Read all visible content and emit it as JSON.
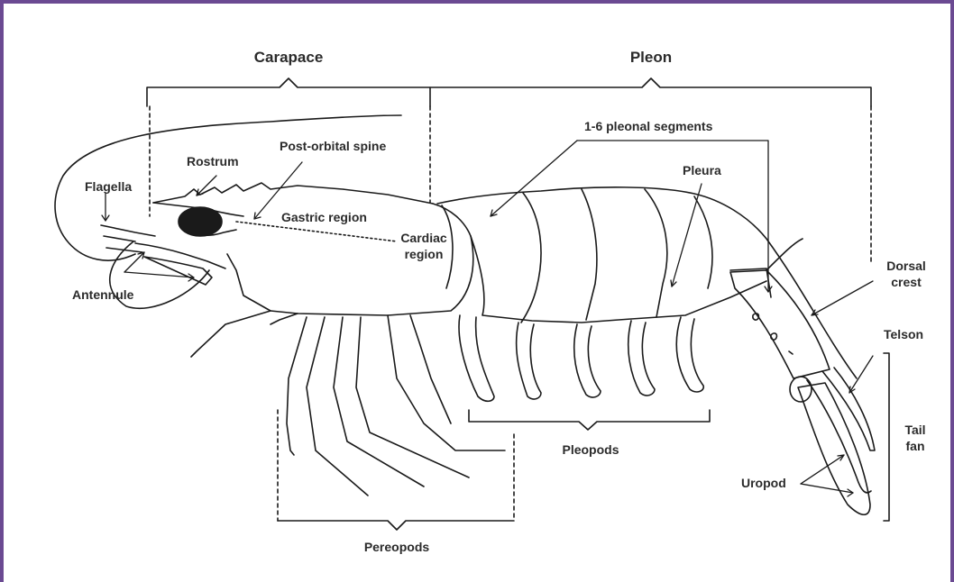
{
  "colors": {
    "frame": "#6b4a92",
    "ink": "#1a1a1a",
    "text": "#2b2b2b",
    "background": "#ffffff"
  },
  "labels": {
    "carapace": "Carapace",
    "pleon": "Pleon",
    "rostrum": "Rostrum",
    "post_orbital_spine": "Post-orbital spine",
    "flagella": "Flagella",
    "gastric_region": "Gastric region",
    "cardiac_region_line1": "Cardiac",
    "cardiac_region_line2": "region",
    "antennule": "Antennule",
    "pleonal_segments": "1-6 pleonal segments",
    "pleura": "Pleura",
    "dorsal_crest_line1": "Dorsal",
    "dorsal_crest_line2": "crest",
    "telson": "Telson",
    "tail_fan_line1": "Tail",
    "tail_fan_line2": "fan",
    "uropod": "Uropod",
    "pleopods": "Pleopods",
    "pereopods": "Pereopods"
  }
}
